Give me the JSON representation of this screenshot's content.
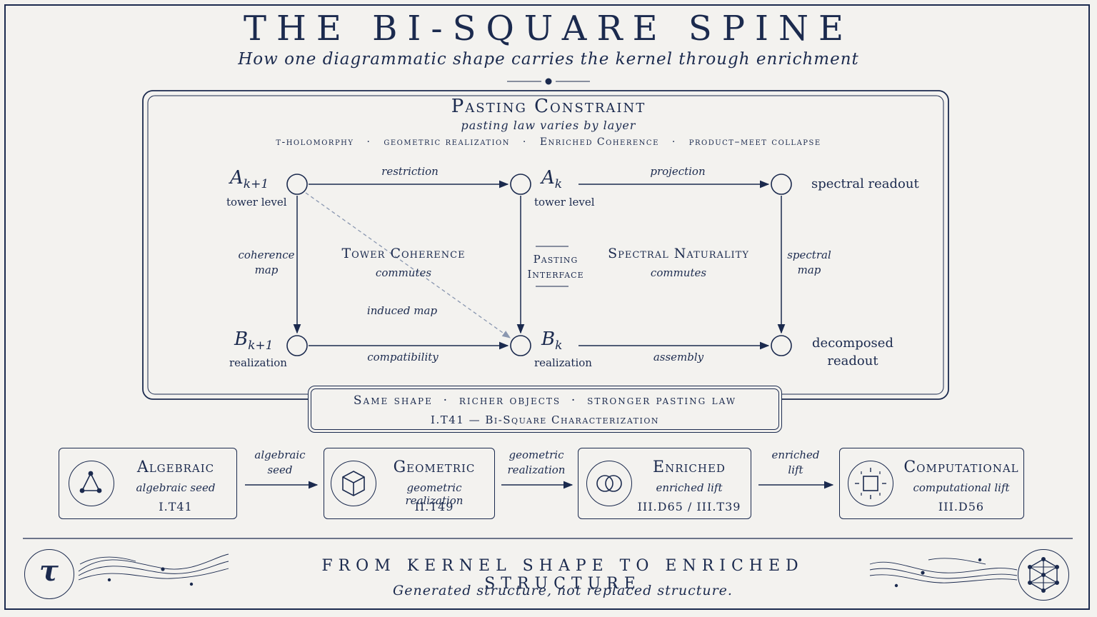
{
  "title": "THE BI-SQUARE SPINE",
  "subtitle": "How one diagrammatic shape carries the kernel through enrichment",
  "constraint": {
    "heading": "Pasting Constraint",
    "subheading": "pasting law varies by layer",
    "layers": [
      "τ-holomorphy",
      "geometric realization",
      "Enriched Coherence",
      "product–meet collapse"
    ],
    "separator": "·"
  },
  "nodes": {
    "a_k1": {
      "symbol": "A",
      "sub": "k+1",
      "label": "tower level"
    },
    "a_k": {
      "symbol": "A",
      "sub": "k",
      "label": "tower level"
    },
    "b_k1": {
      "symbol": "B",
      "sub": "k+1",
      "label": "realization"
    },
    "b_k": {
      "symbol": "B",
      "sub": "k",
      "label": "realization"
    },
    "spectral_readout": "spectral readout",
    "decomposed_readout_1": "decomposed",
    "decomposed_readout_2": "readout"
  },
  "arrows": {
    "restriction": "restriction",
    "projection": "projection",
    "coherence_map_1": "coherence",
    "coherence_map_2": "map",
    "spectral_map_1": "spectral",
    "spectral_map_2": "map",
    "induced_map": "induced map",
    "compatibility": "compatibility",
    "assembly": "assembly"
  },
  "regions": {
    "tower_coherence": "Tower Coherence",
    "tower_commutes": "commutes",
    "pasting_interface_1": "Pasting",
    "pasting_interface_2": "Interface",
    "spectral_naturality": "Spectral Naturality",
    "spectral_commutes": "commutes"
  },
  "summary": {
    "line1": "Same shape  ·  richer objects  ·  stronger pasting law",
    "line2": "I.T41 — Bi-Square Characterization"
  },
  "stages": [
    {
      "title": "Algebraic",
      "sub": "algebraic seed",
      "ref": "I.T41",
      "icon": "triangle-graph-icon"
    },
    {
      "title": "Geometric",
      "sub": "geometric realization",
      "ref": "II.T49",
      "icon": "cube-icon"
    },
    {
      "title": "Enriched",
      "sub": "enriched lift",
      "ref": "III.D65 / III.T39",
      "icon": "overlapping-circles-icon"
    },
    {
      "title": "Computational",
      "sub": "computational lift",
      "ref": "III.D56",
      "icon": "dashed-square-icon"
    }
  ],
  "stage_arrows": [
    {
      "line1": "algebraic",
      "line2": "seed"
    },
    {
      "line1": "geometric",
      "line2": "realization"
    },
    {
      "line1": "enriched",
      "line2": "lift"
    }
  ],
  "footer": {
    "tagline": "FROM KERNEL SHAPE TO ENRICHED STRUCTURE",
    "note": "Generated structure, not replaced structure.",
    "tau": "τ"
  },
  "colors": {
    "ink": "#1b2a4e",
    "paper": "#f3f2ef",
    "dashed": "#8a97b0"
  }
}
